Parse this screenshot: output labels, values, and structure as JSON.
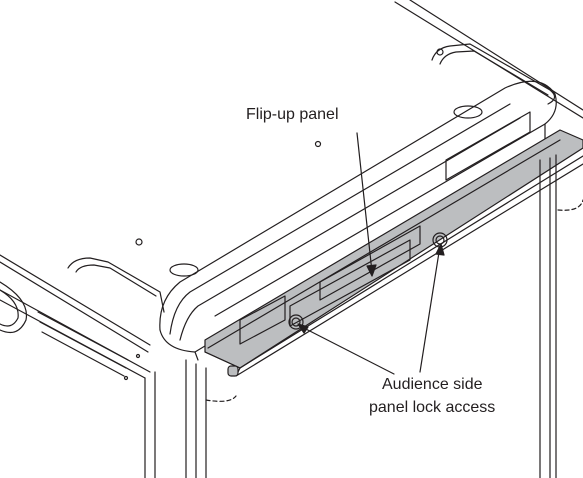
{
  "callouts": {
    "flip_up_panel": "Flip-up panel",
    "audience_line1": "Audience side",
    "audience_line2": "panel lock access"
  },
  "colors": {
    "line": "#231f20",
    "panel_fill": "#bcbec0",
    "background": "#ffffff"
  }
}
